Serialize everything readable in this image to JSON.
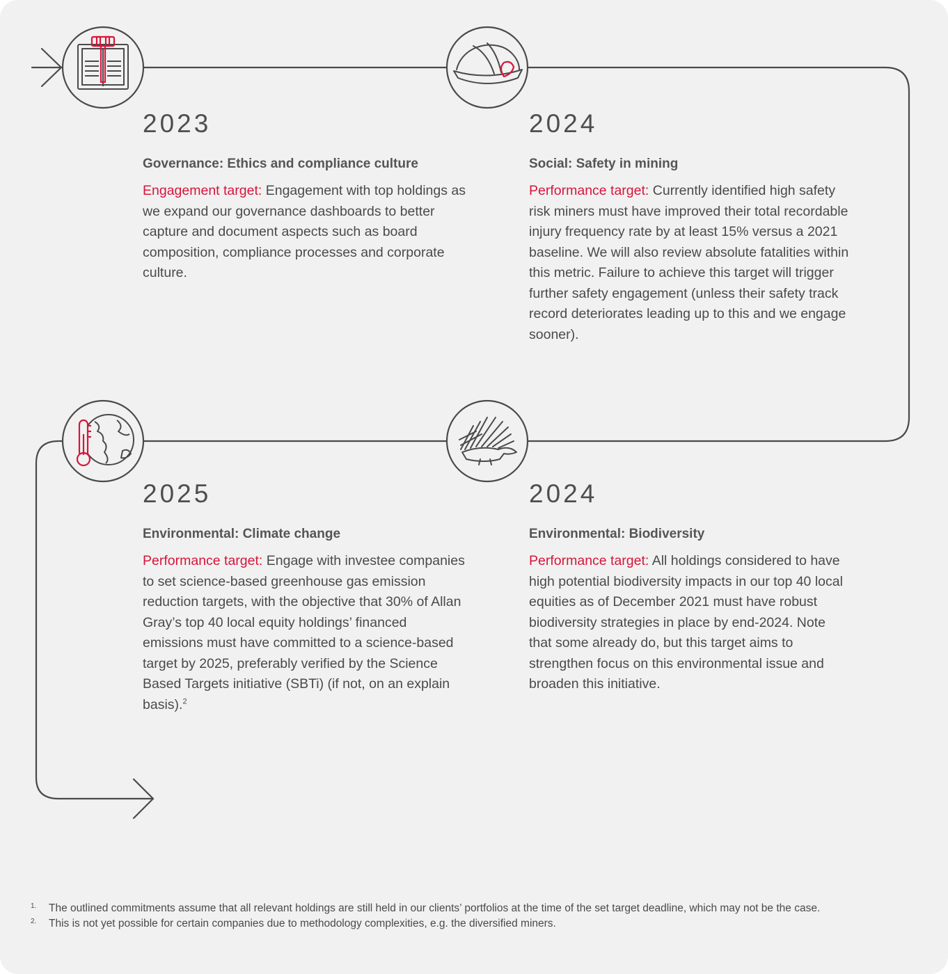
{
  "colors": {
    "accent": "#d7153a",
    "line": "#4a4a4a",
    "panel": "#f1f1f1"
  },
  "milestones": [
    {
      "icon": "gavel-book-icon",
      "year": "2023",
      "heading": "Governance: Ethics and compliance culture",
      "target_label": "Engagement target:",
      "text": "Engagement with top holdings as we expand our governance dashboards to better capture and document aspects such as board composition, compliance processes and corporate culture.",
      "footnote_ref": ""
    },
    {
      "icon": "hard-hat-icon",
      "year": "2024",
      "heading": "Social: Safety in mining",
      "target_label": "Performance target:",
      "text": "Currently identified high safety risk miners must have improved their total recordable injury frequency rate by at least 15% versus a 2021 baseline. We will also review absolute fatalities within this metric. Failure to achieve this target will trigger further safety engagement (unless their safety track record deteriorates leading up to this and we engage sooner).",
      "footnote_ref": ""
    },
    {
      "icon": "globe-thermometer-icon",
      "year": "2025",
      "heading": "Environmental: Climate change",
      "target_label": "Performance target:",
      "text": "Engage with investee companies to set science-based greenhouse gas emission reduction targets, with the objective that 30% of Allan Gray’s top 40 local equity holdings’ financed emissions must have committed to a science-based target by 2025, preferably verified by the Science Based Targets initiative (SBTi) (if not, on an explain basis).",
      "footnote_ref": "2"
    },
    {
      "icon": "porcupine-icon",
      "year": "2024",
      "heading": "Environmental: Biodiversity",
      "target_label": "Performance target:",
      "text": "All holdings considered to have high potential biodiversity impacts in our top 40 local equities as of December 2021 must have robust biodiversity strategies in place by end-2024. Note that some already do, but this target aims to strengthen focus on this environmental issue and broaden this initiative.",
      "footnote_ref": ""
    }
  ],
  "footnotes": [
    {
      "num": "1.",
      "text": "The outlined commitments assume that all relevant holdings are still held in our clients’ portfolios at the time of the set target deadline, which may not be the case."
    },
    {
      "num": "2.",
      "text": "This is not yet possible for certain companies due to methodology complexities, e.g. the diversified miners."
    }
  ]
}
